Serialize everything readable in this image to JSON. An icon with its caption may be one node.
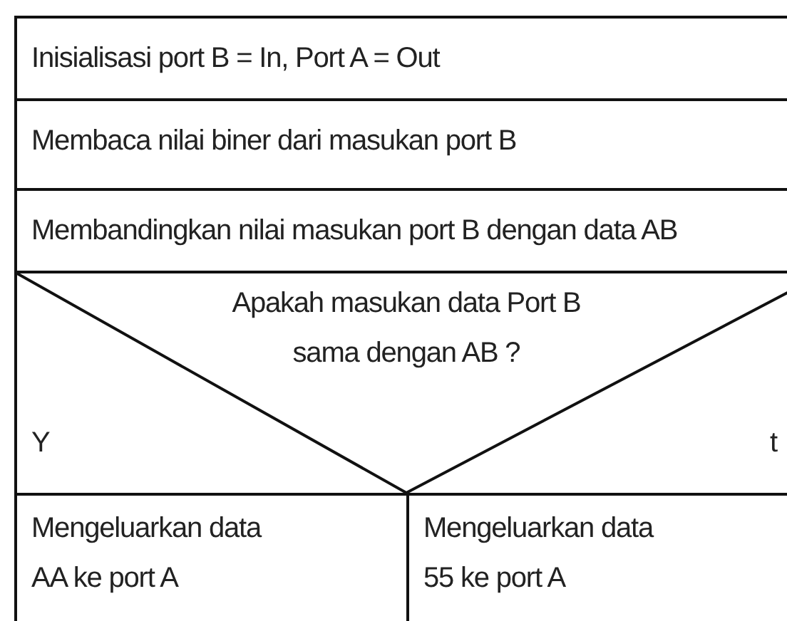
{
  "diagram": {
    "nodes": [
      {
        "text": [
          "Inisialisasi port B = In, Port A = Out"
        ]
      },
      {
        "text": [
          "Membaca nilai biner dari masukan port B"
        ]
      },
      {
        "text": [
          "Membandingkan nilai masukan port B dengan data AB"
        ]
      },
      {
        "text": [
          "Apakah masukan data Port B sama dengan AB ?",
          "Y",
          "t"
        ]
      },
      {
        "text": [
          "Mengeluarkan data AA ke port A"
        ]
      },
      {
        "text": [
          "Mengeluarkan data 55 ke port A"
        ]
      }
    ]
  }
}
